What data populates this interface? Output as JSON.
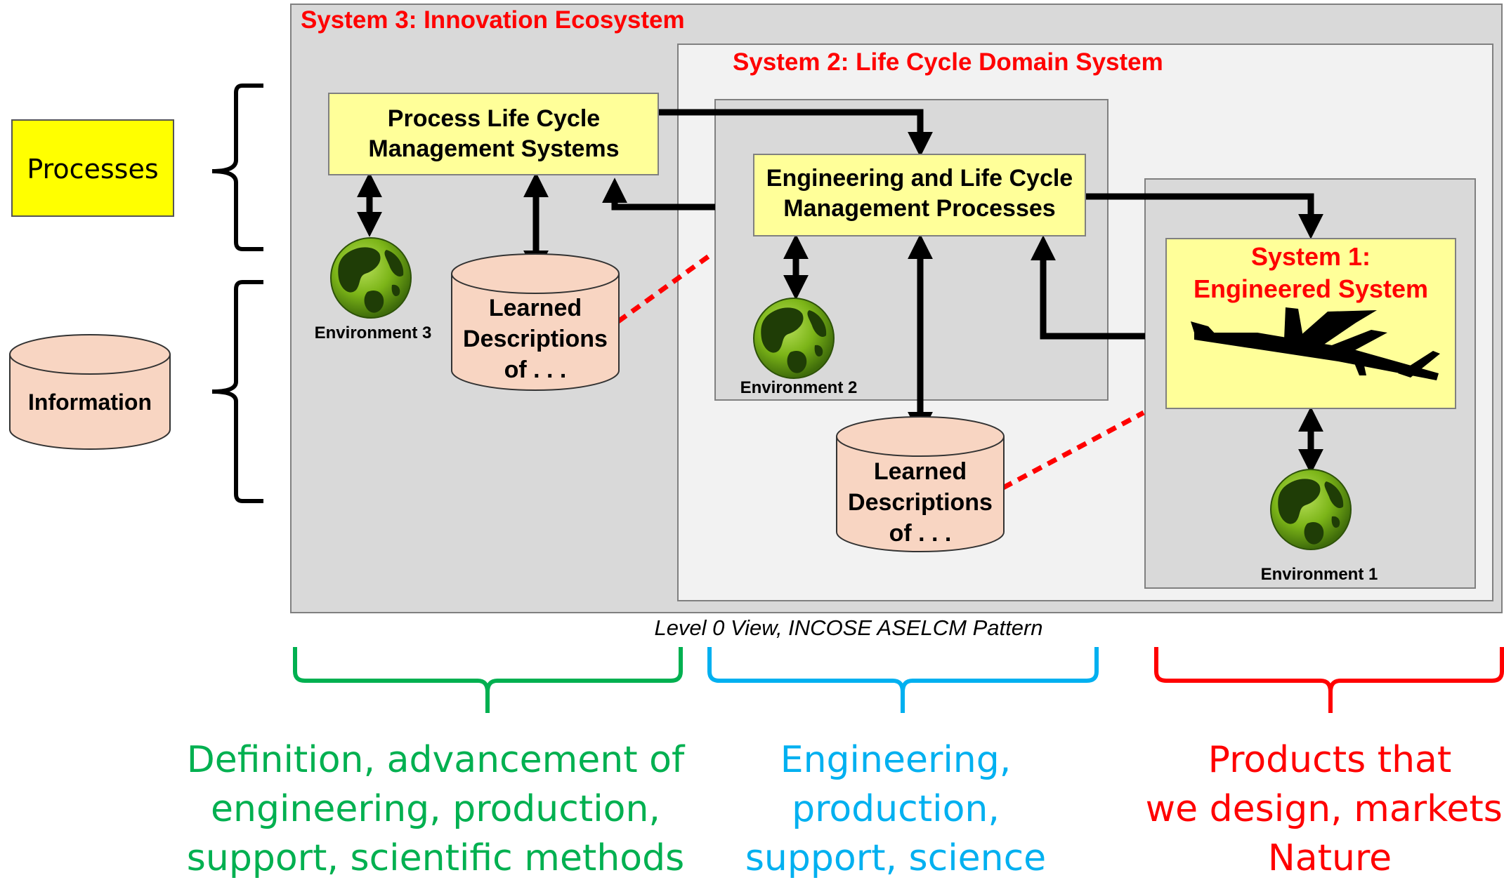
{
  "system3": {
    "title": "System 3:  Innovation Ecosystem"
  },
  "system2": {
    "title": "System 2: Life Cycle Domain System"
  },
  "plcms": {
    "line1": "Process Life Cycle",
    "line2": "Management Systems"
  },
  "elcmp": {
    "line1": "Engineering and Life Cycle",
    "line2": "Management Processes"
  },
  "system1": {
    "line1": "System 1:",
    "line2": "Engineered System"
  },
  "db_left": {
    "line1": "Learned",
    "line2": "Descriptions",
    "line3": "of  . . ."
  },
  "db_mid": {
    "line1": "Learned",
    "line2": "Descriptions",
    "line3": "of . . ."
  },
  "env1": "Environment 1",
  "env2": "Environment 2",
  "env3": "Environment 3",
  "legend": {
    "processes": "Processes",
    "information": "Information"
  },
  "caption": "Level 0 View, INCOSE ASELCM Pattern",
  "bottom": {
    "green": [
      "Definition, advancement of",
      "engineering, production,",
      "support, scientific methods"
    ],
    "blue": [
      "Engineering,",
      "production,",
      "support, science"
    ],
    "red": [
      "Products that",
      "we design, markets,",
      "Nature"
    ]
  },
  "colors": {
    "outer_box": "#d9d9d9",
    "middle_box": "#f2f2f2",
    "yellow_box": "#ffff99",
    "legend_yellow": "#ffff00",
    "db_fill": "#f8d5c2",
    "red": "#ff0000",
    "green": "#00b050",
    "blue": "#00b0f0"
  },
  "icons": [
    "globe-icon",
    "airplane-icon",
    "database-icon",
    "curly-brace-icon"
  ]
}
